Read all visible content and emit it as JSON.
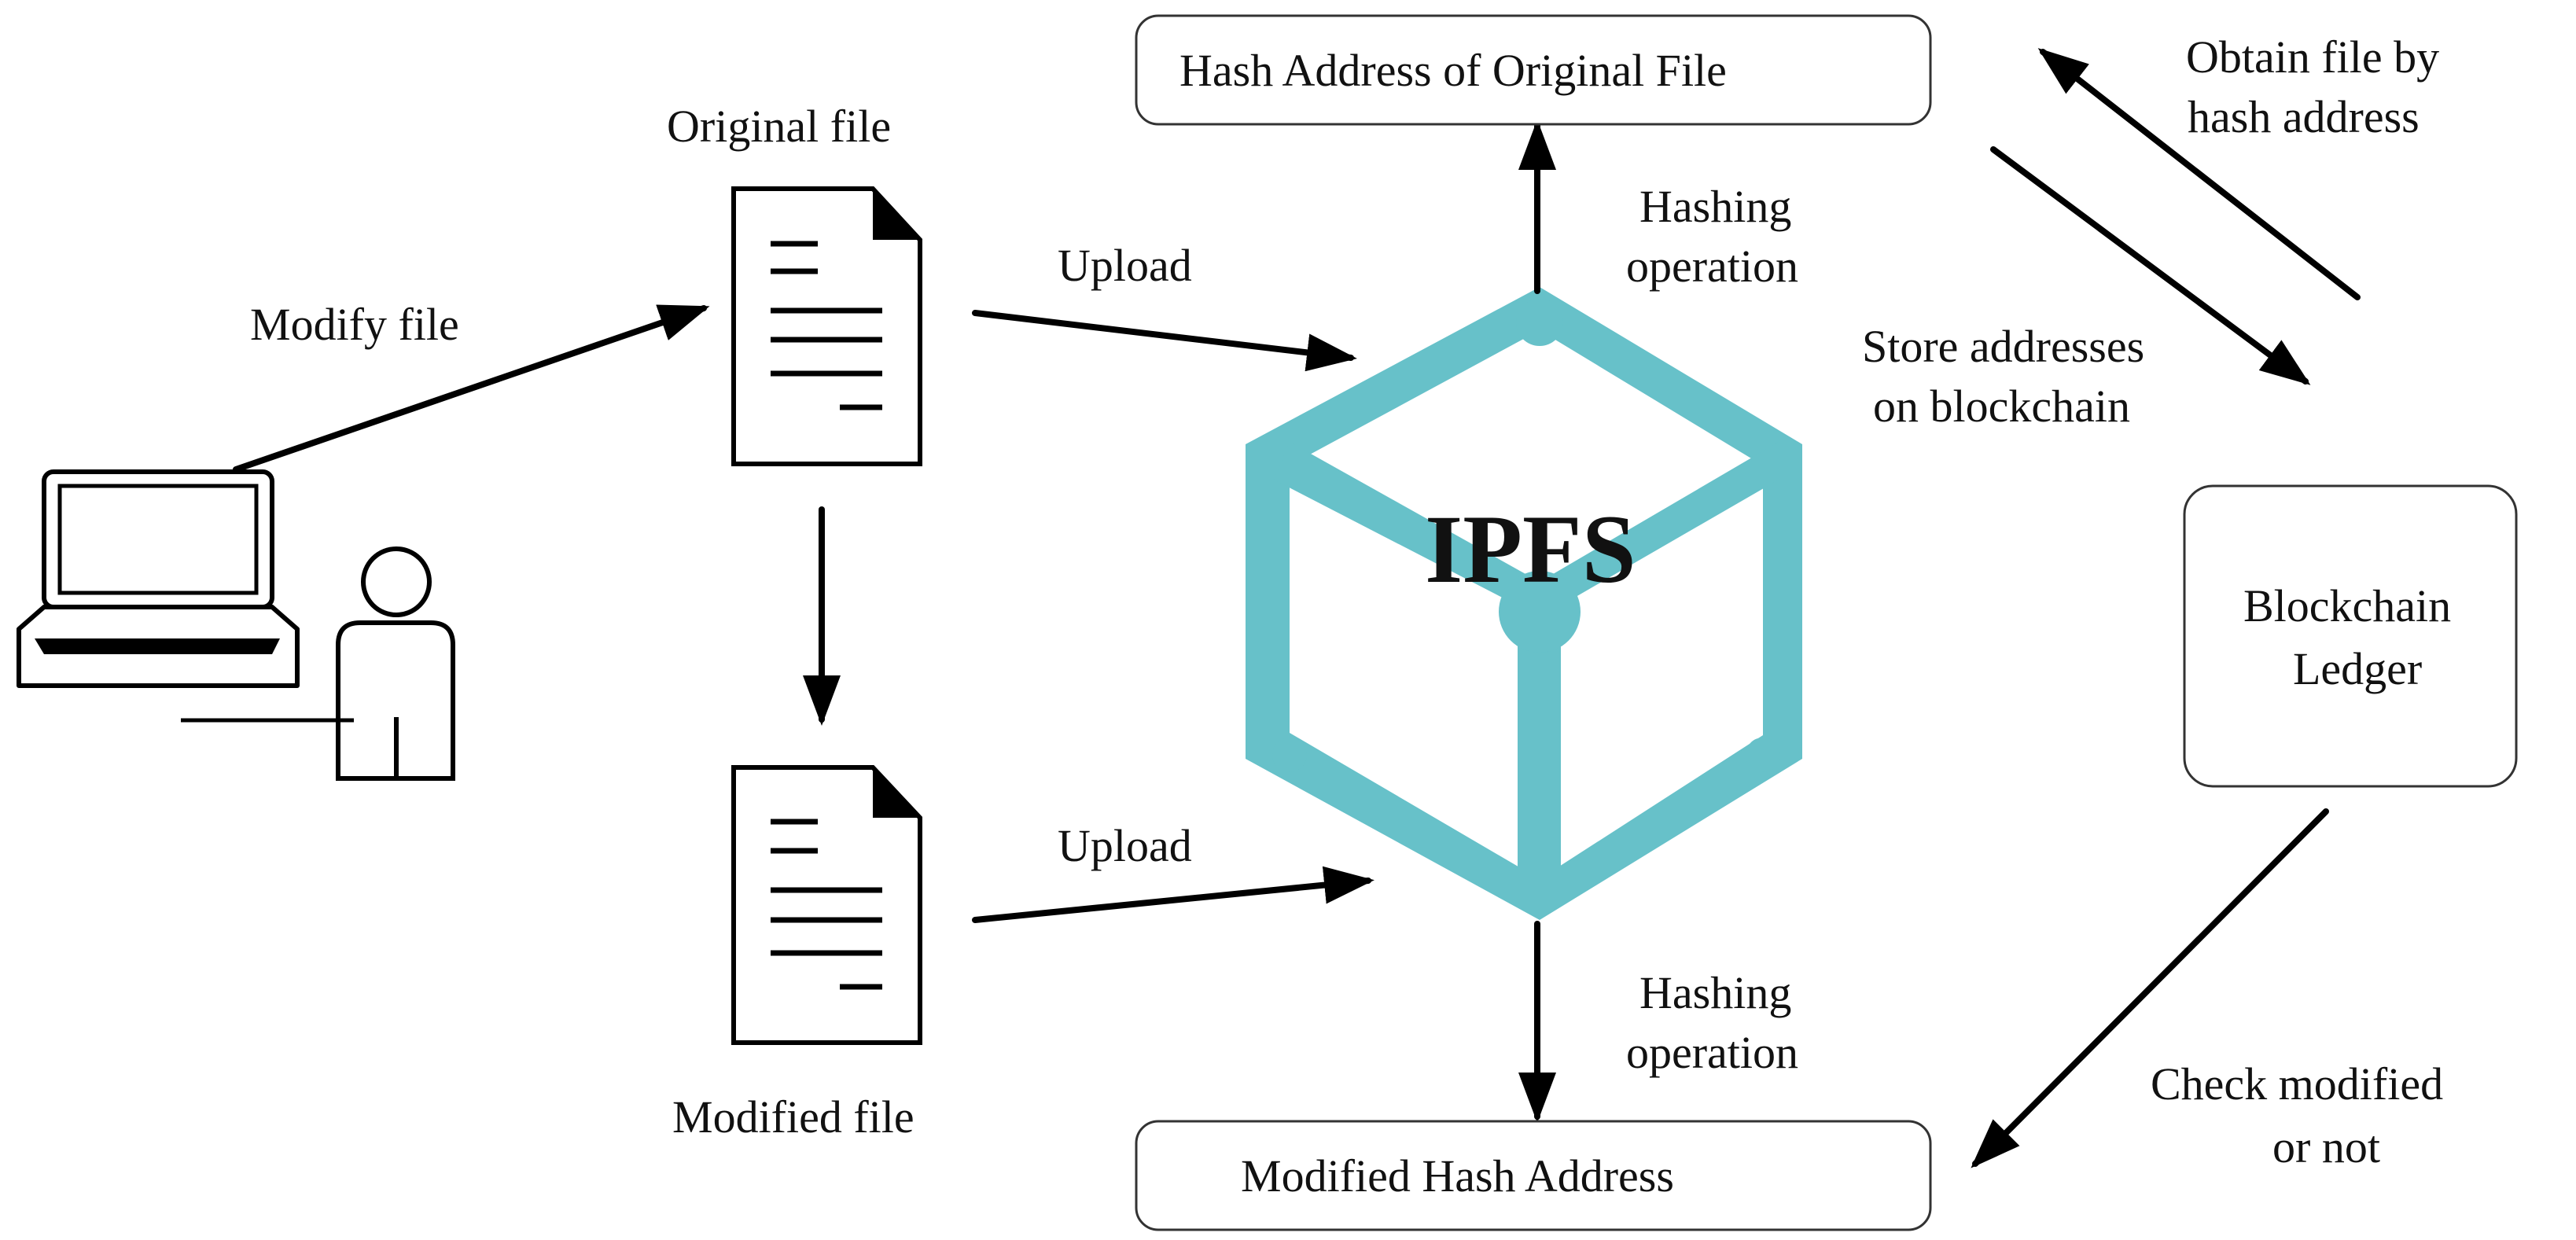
{
  "labels": {
    "original_file": "Original file",
    "modified_file": "Modified file",
    "modify_file": "Modify file",
    "upload_top": "Upload",
    "upload_bottom": "Upload",
    "ipfs": "IPFS",
    "hash_original_box": "Hash Address of Original File",
    "modified_hash_box": "Modified  Hash Address",
    "hashing_top_line1": "Hashing",
    "hashing_top_line2": "operation",
    "hashing_bottom_line1": "Hashing",
    "hashing_bottom_line2": "operation",
    "obtain_line1": "Obtain file by",
    "obtain_line2": "hash address",
    "store_line1": "Store addresses",
    "store_line2": "on  blockchain",
    "ledger_line1": "Blockchain",
    "ledger_line2": "Ledger",
    "check_line1": "Check modified",
    "check_line2": "or not"
  },
  "colors": {
    "ipfs_cube": "#67c1c9",
    "line": "#000000"
  },
  "icons": [
    "laptop-icon",
    "user-icon",
    "document-icon",
    "ipfs-cube-icon",
    "arrow-icon"
  ]
}
